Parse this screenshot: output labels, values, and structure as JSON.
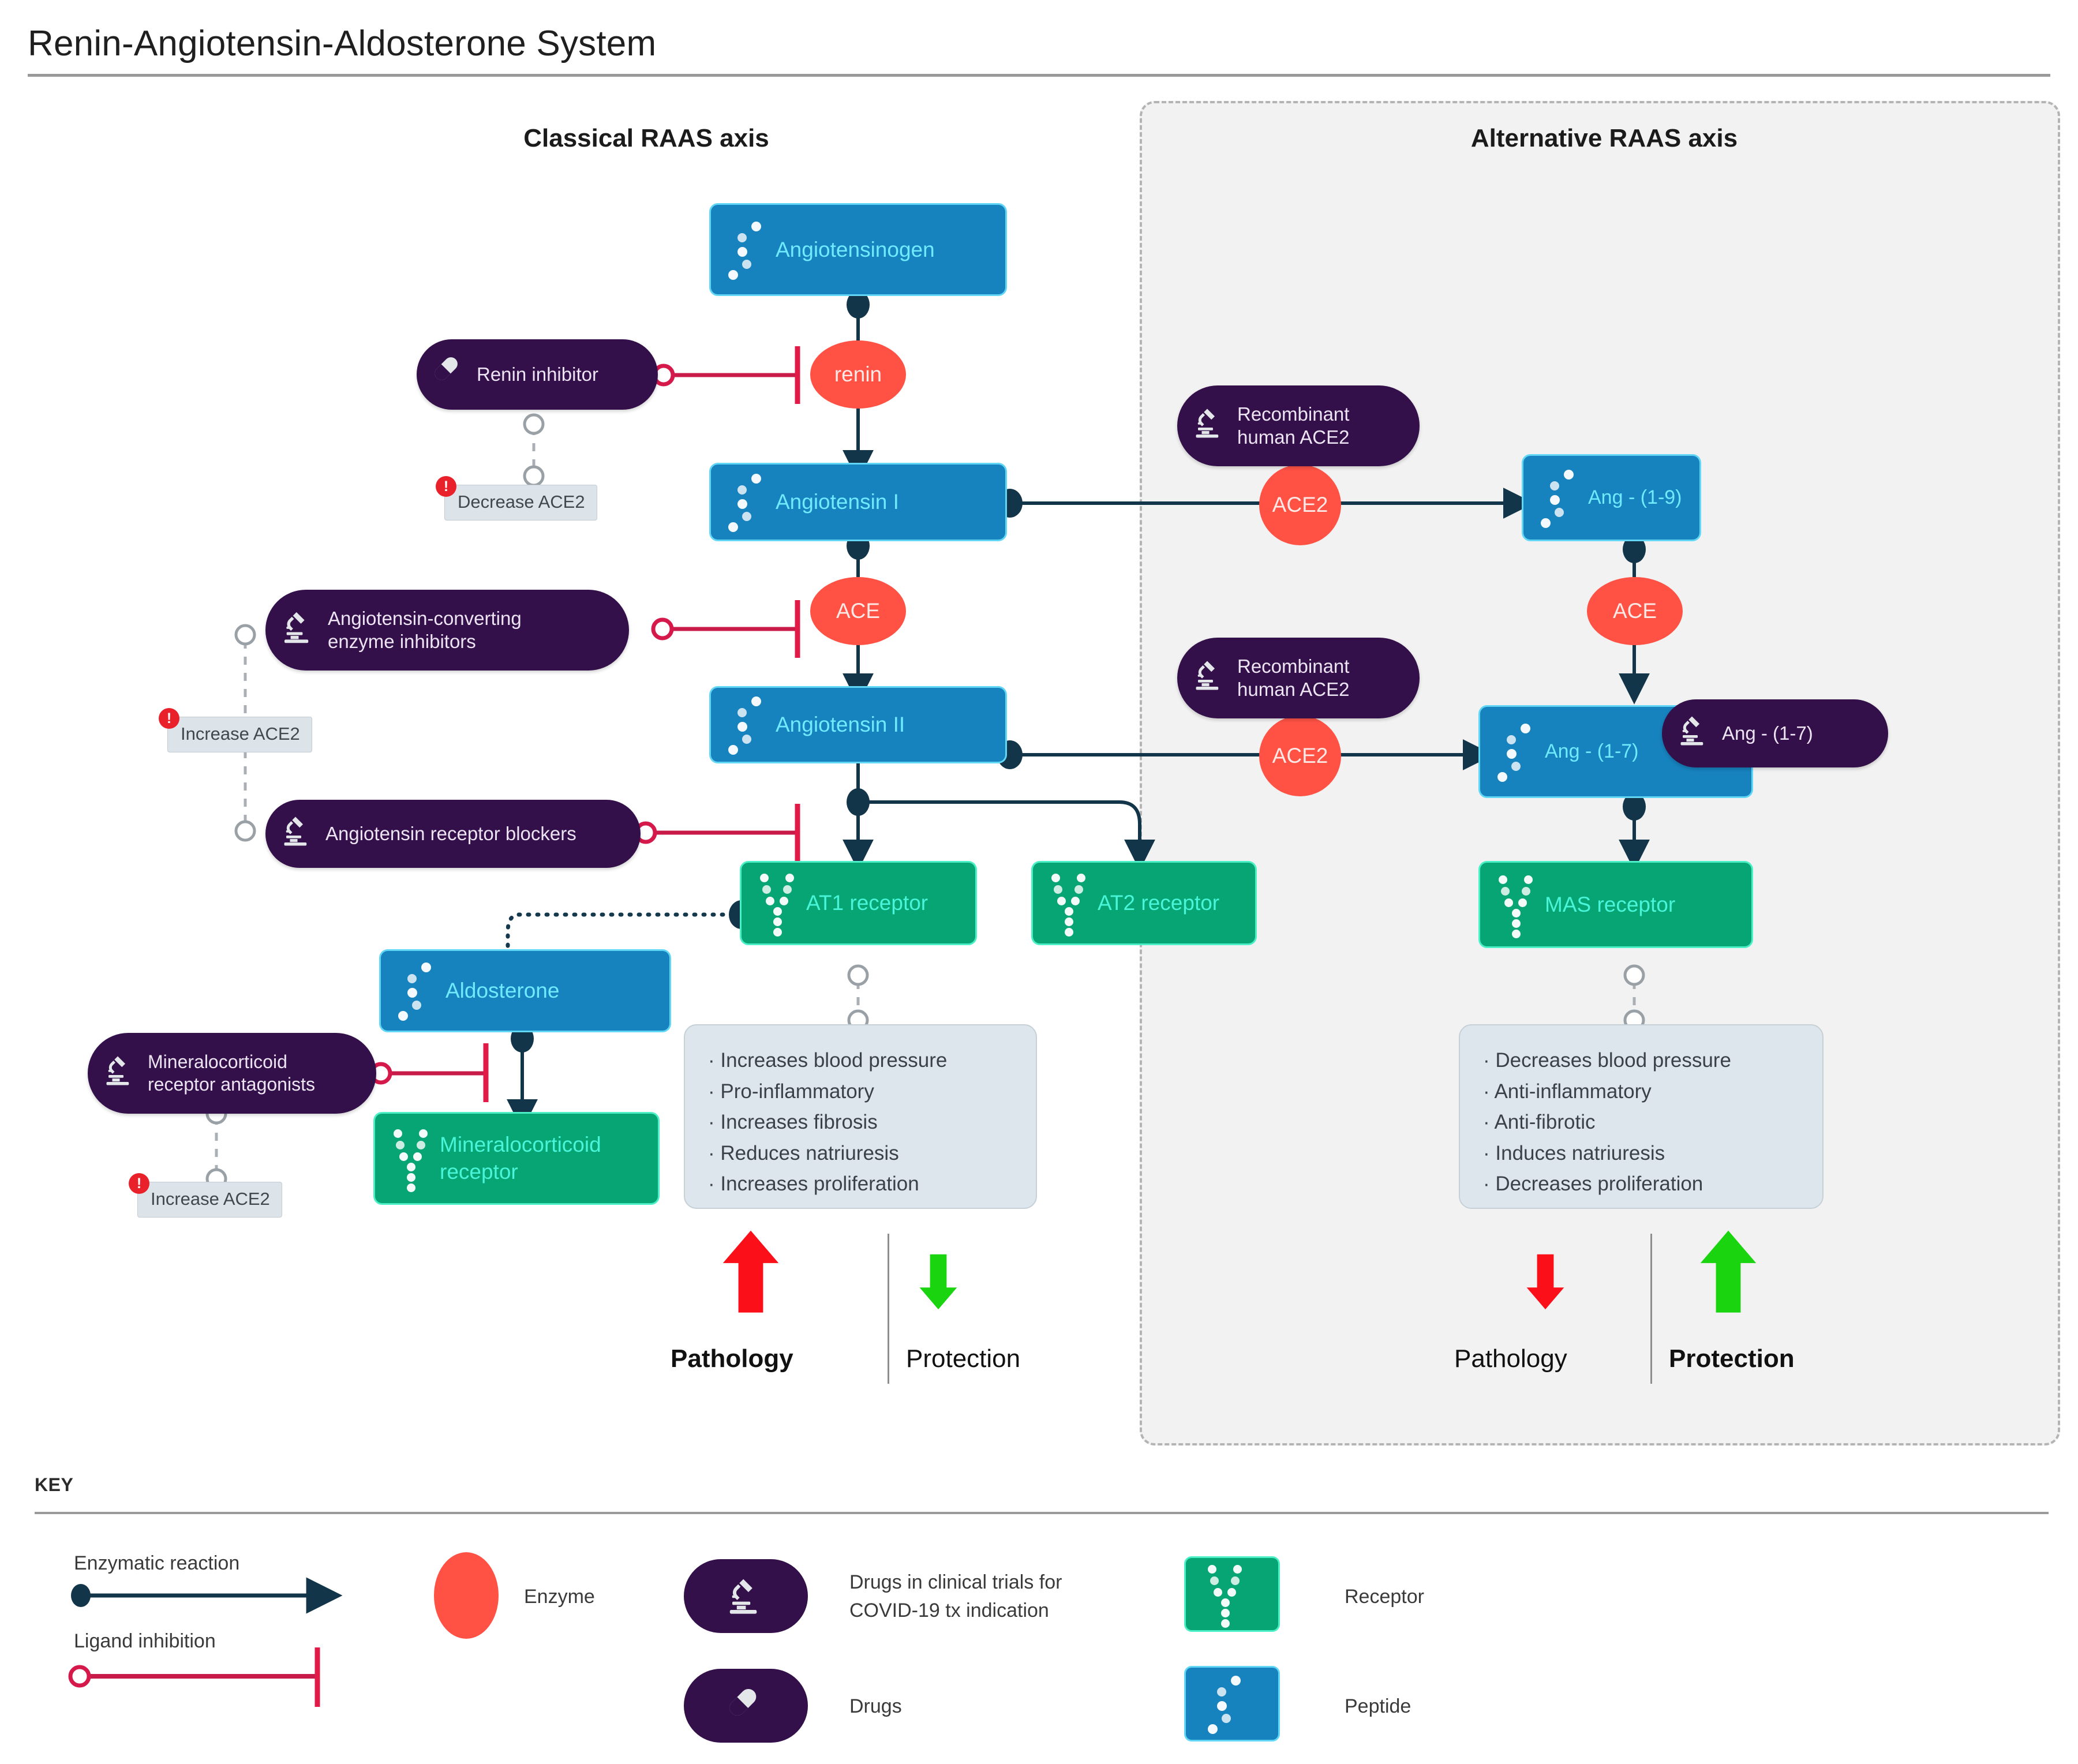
{
  "title": "Renin-Angiotensin-Aldosterone System",
  "axes": {
    "classical": "Classical RAAS axis",
    "alternative": "Alternative RAAS axis"
  },
  "peptides": {
    "angiotensinogen": "Angiotensinogen",
    "angiotensin_i": "Angiotensin I",
    "angiotensin_ii": "Angiotensin II",
    "aldosterone": "Aldosterone",
    "ang_1_9": "Ang - (1-9)",
    "ang_1_7": "Ang - (1-7)"
  },
  "receptors": {
    "at1": "AT1 receptor",
    "at2": "AT2 receptor",
    "mineralocorticoid": "Mineralocorticoid receptor",
    "mas": "MAS receptor"
  },
  "enzymes": {
    "renin": "renin",
    "ace_upper": "ACE",
    "ace_alt": "ACE",
    "ace2_upper": "ACE2",
    "ace2_lower": "ACE2"
  },
  "drugs": {
    "renin_inhibitor": "Renin inhibitor",
    "ace_inhibitors_l1": "Angiotensin-converting",
    "ace_inhibitors_l2": "enzyme inhibitors",
    "arb": "Angiotensin receptor blockers",
    "mra_l1": "Mineralocorticoid",
    "mra_l2": "receptor antagonists",
    "rh_ace2_upper_l1": "Recombinant",
    "rh_ace2_upper_l2": "human ACE2",
    "rh_ace2_lower_l1": "Recombinant",
    "rh_ace2_lower_l2": "human ACE2",
    "ang_1_7_drug": "Ang - (1-7)"
  },
  "notes": {
    "decrease_ace2": "Decrease ACE2",
    "increase_ace2_mid": "Increase ACE2",
    "increase_ace2_low": "Increase ACE2",
    "bang": "!"
  },
  "effects": {
    "classical": [
      "· Increases blood pressure",
      "· Pro-inflammatory",
      "· Increases fibrosis",
      "· Reduces natriuresis",
      "· Increases proliferation"
    ],
    "alternative": [
      "· Decreases blood pressure",
      "· Anti-inflammatory",
      "· Anti-fibrotic",
      "· Induces natriuresis",
      "· Decreases proliferation"
    ]
  },
  "outcomes": {
    "classical": {
      "pathology": "Pathology",
      "protection": "Protection",
      "pathology_dir": "up",
      "protection_dir": "down",
      "emphasis": "pathology"
    },
    "alternative": {
      "pathology": "Pathology",
      "protection": "Protection",
      "pathology_dir": "down",
      "protection_dir": "up",
      "emphasis": "protection"
    }
  },
  "key": {
    "heading": "KEY",
    "enzymatic_reaction": "Enzymatic reaction",
    "ligand_inhibition": "Ligand inhibition",
    "enzyme": "Enzyme",
    "trials_l1": "Drugs in clinical trials for",
    "trials_l2": "COVID-19 tx indication",
    "drugs": "Drugs",
    "receptor": "Receptor",
    "peptide": "Peptide"
  },
  "colors": {
    "peptide": "#1682be",
    "receptor": "#08a574",
    "enzyme": "#ff5245",
    "drug": "#33104a",
    "inhibition": "#d6194b",
    "reaction": "#12354a",
    "pathology_arrow": "#fb0f18",
    "protection_arrow": "#1ad40f",
    "note_bg": "#dde4e9",
    "effects_bg": "#dde6ec",
    "panel_bg": "#f2f2f2"
  }
}
